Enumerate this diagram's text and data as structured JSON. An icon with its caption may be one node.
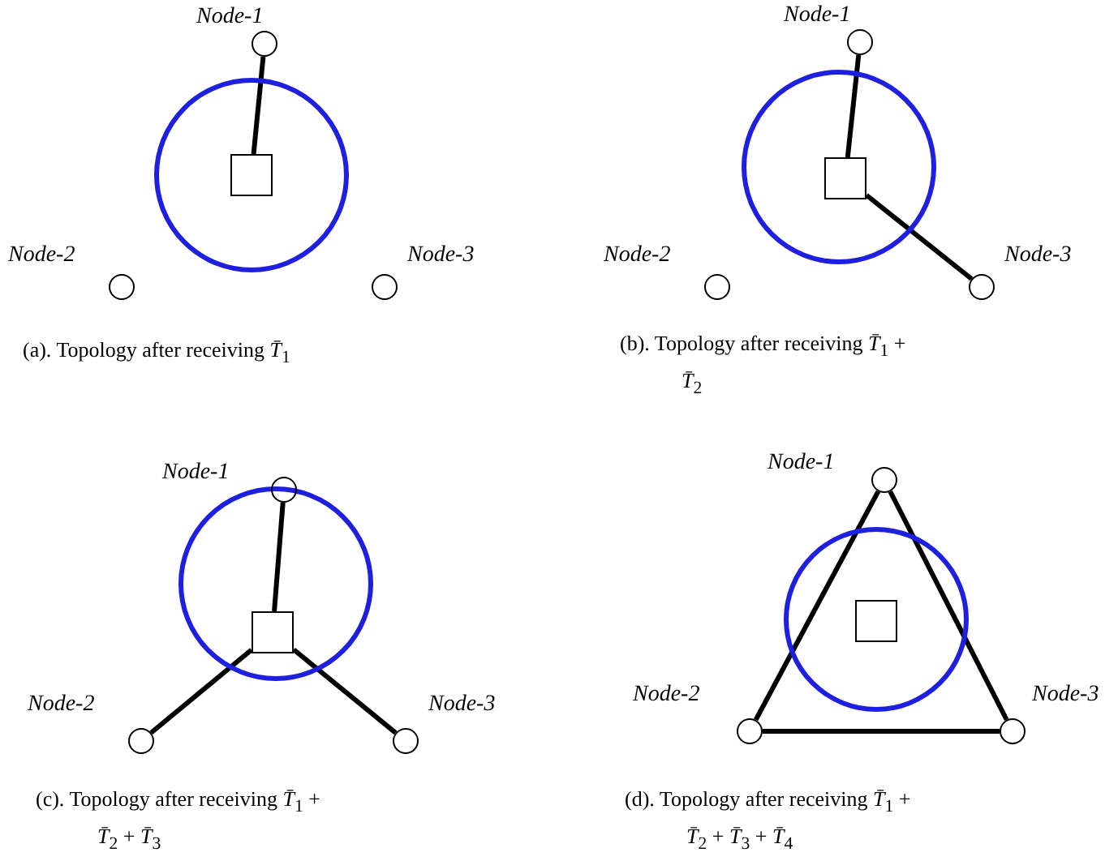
{
  "diagram": {
    "nodes": [
      {
        "text": [],
        "shape": "circle"
      },
      {
        "text": [],
        "shape": "box",
        "in": 0
      },
      {
        "text": [],
        "shape": "circle",
        "beside": [
          "Node-1"
        ]
      },
      {
        "text": [],
        "shape": "circle",
        "beside": [
          "Node-2"
        ]
      },
      {
        "text": [],
        "shape": "circle",
        "beside": [
          "Node-3"
        ]
      },
      {
        "text": [],
        "shape": "circle"
      },
      {
        "text": [],
        "shape": "box",
        "in": 5
      },
      {
        "text": [],
        "shape": "circle",
        "beside": [
          "Node-1"
        ]
      },
      {
        "text": [],
        "shape": "circle",
        "beside": [
          "Node-2"
        ]
      },
      {
        "text": [],
        "shape": "circle",
        "beside": [
          "Node-3"
        ]
      },
      {
        "text": [],
        "shape": "circle"
      },
      {
        "text": [],
        "shape": "box",
        "in": 10
      },
      {
        "text": [],
        "shape": "circle",
        "beside": [
          "Node-1"
        ]
      },
      {
        "text": [],
        "shape": "circle",
        "beside": [
          "Node-2"
        ]
      },
      {
        "text": [],
        "shape": "circle",
        "beside": [
          "Node-3"
        ]
      },
      {
        "text": [],
        "shape": "circle"
      },
      {
        "text": [],
        "shape": "box",
        "in": 15
      },
      {
        "text": [],
        "shape": "circle",
        "beside": [
          "Node-1"
        ]
      },
      {
        "text": [],
        "shape": "circle",
        "beside": [
          "Node-2"
        ]
      },
      {
        "text": [],
        "shape": "circle",
        "beside": [
          "Node-3"
        ]
      }
    ],
    "edges": [
      {
        "from": 1,
        "to": 2,
        "arrow": "none"
      },
      {
        "from": 6,
        "to": 7,
        "arrow": "none"
      },
      {
        "from": 6,
        "to": 9,
        "arrow": "none"
      },
      {
        "from": 11,
        "to": 12,
        "arrow": "none"
      },
      {
        "from": 11,
        "to": 13,
        "arrow": "none"
      },
      {
        "from": 11,
        "to": 14,
        "arrow": "none"
      },
      {
        "from": 17,
        "to": 18,
        "arrow": "none"
      },
      {
        "from": 18,
        "to": 19,
        "arrow": "none"
      },
      {
        "from": 19,
        "to": 17,
        "arrow": "none"
      }
    ],
    "labels": [
      "(a). Topology after receiving *T̄*$_{1}$",
      "(b). Topology after receiving *T̄*$_{1}$ + *T̄*$_{2}$",
      "(c). Topology after receiving *T̄*$_{1}$ + *T̄*$_{2}$ + *T̄*$_{3}$",
      "(d). Topology after receiving *T̄*$_{1}$ + *T̄*$_{2}$ + *T̄*$_{3}$ + *T̄*$_{4}$"
    ]
  }
}
